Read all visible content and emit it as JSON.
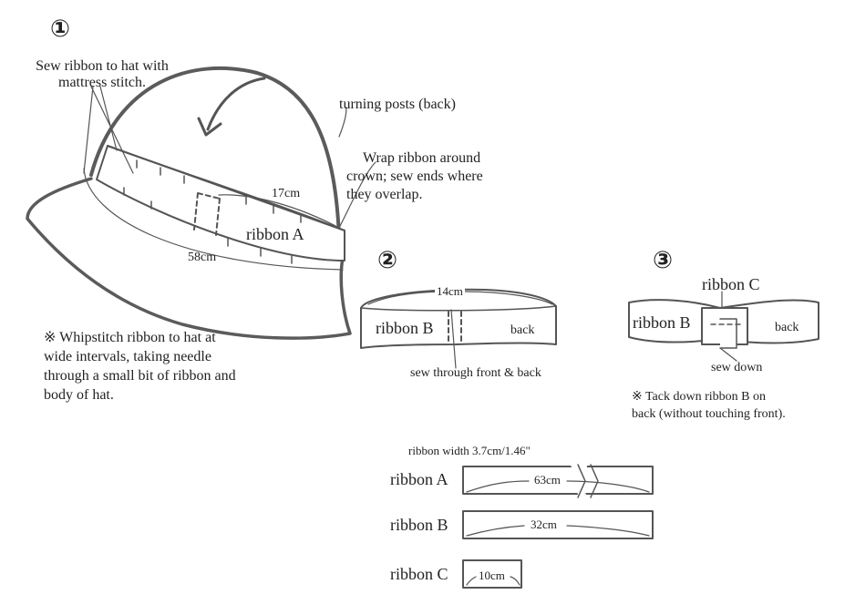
{
  "colors": {
    "stroke": "#555555",
    "text": "#222222",
    "ribbon_fill": "#ffffff"
  },
  "step1": {
    "marker": "①",
    "sew_note": "Sew ribbon to hat with mattress stitch.",
    "turning_posts": "turning posts (back)",
    "wrap_note_line1": "Wrap ribbon around",
    "wrap_note_line2": "crown; sew ends where",
    "wrap_note_line3": "they overlap.",
    "dim_overlap": "17cm",
    "ribbon_label": "ribbon A",
    "dim_circ": "58cm",
    "whip_note_line1": "※ Whipstitch ribbon to hat at",
    "whip_note_line2": "wide intervals, taking needle",
    "whip_note_line3": "through a small bit of ribbon and",
    "whip_note_line4": "body of hat."
  },
  "step2": {
    "marker": "②",
    "dim_length": "14cm",
    "ribbon_label": "ribbon B",
    "back_label": "back",
    "sew_note": "sew through front & back"
  },
  "step3": {
    "marker": "③",
    "ribbon_c_label": "ribbon C",
    "ribbon_b_label": "ribbon B",
    "back_label": "back",
    "sew_down": "sew down",
    "tack_note_line1": "※ Tack down ribbon B on",
    "tack_note_line2": "back (without touching front)."
  },
  "cutting": {
    "width_note": "ribbon width 3.7cm/1.46\"",
    "ribbons": [
      {
        "label": "ribbon A",
        "length": "63cm"
      },
      {
        "label": "ribbon B",
        "length": "32cm"
      },
      {
        "label": "ribbon C",
        "length": "10cm"
      }
    ]
  }
}
